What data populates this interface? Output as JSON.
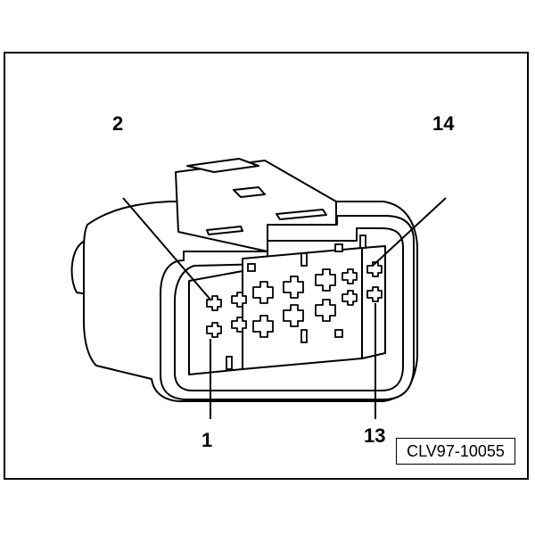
{
  "callouts": {
    "pin_1": "1",
    "pin_2": "2",
    "pin_13": "13",
    "pin_14": "14"
  },
  "reference_code": "CLV97-10055",
  "colors": {
    "line": "#000000",
    "background": "#ffffff",
    "fill": "#ffffff"
  }
}
